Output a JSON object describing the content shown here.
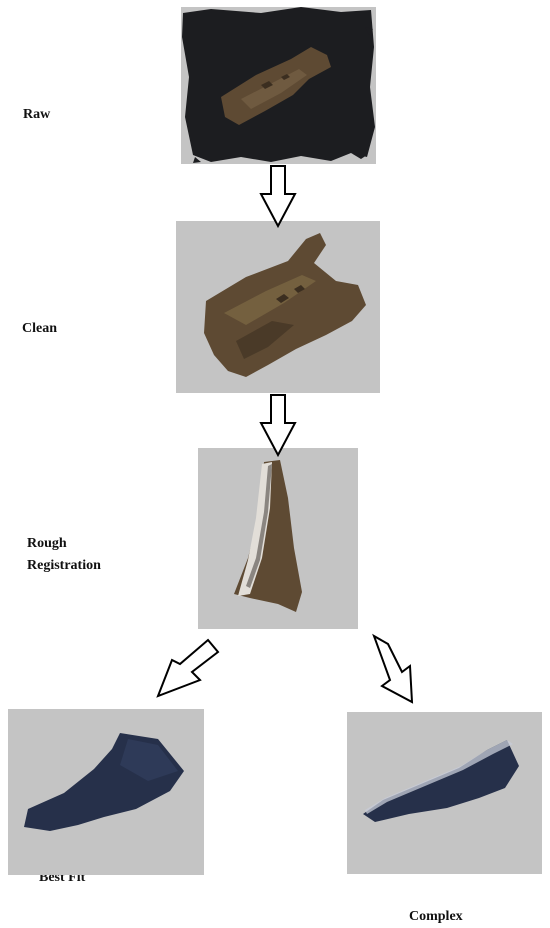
{
  "labels": {
    "raw": "Raw",
    "clean": "Clean",
    "rough_line1": "Rough",
    "rough_line2": "Registration",
    "best_fit": "Best Fit",
    "complex": "Complex"
  },
  "colors": {
    "panel_bg": "#c4c4c4",
    "raw_background": "#1c1d20",
    "bone_brown": "#5e4a33",
    "fit_blue": "#26304a"
  }
}
